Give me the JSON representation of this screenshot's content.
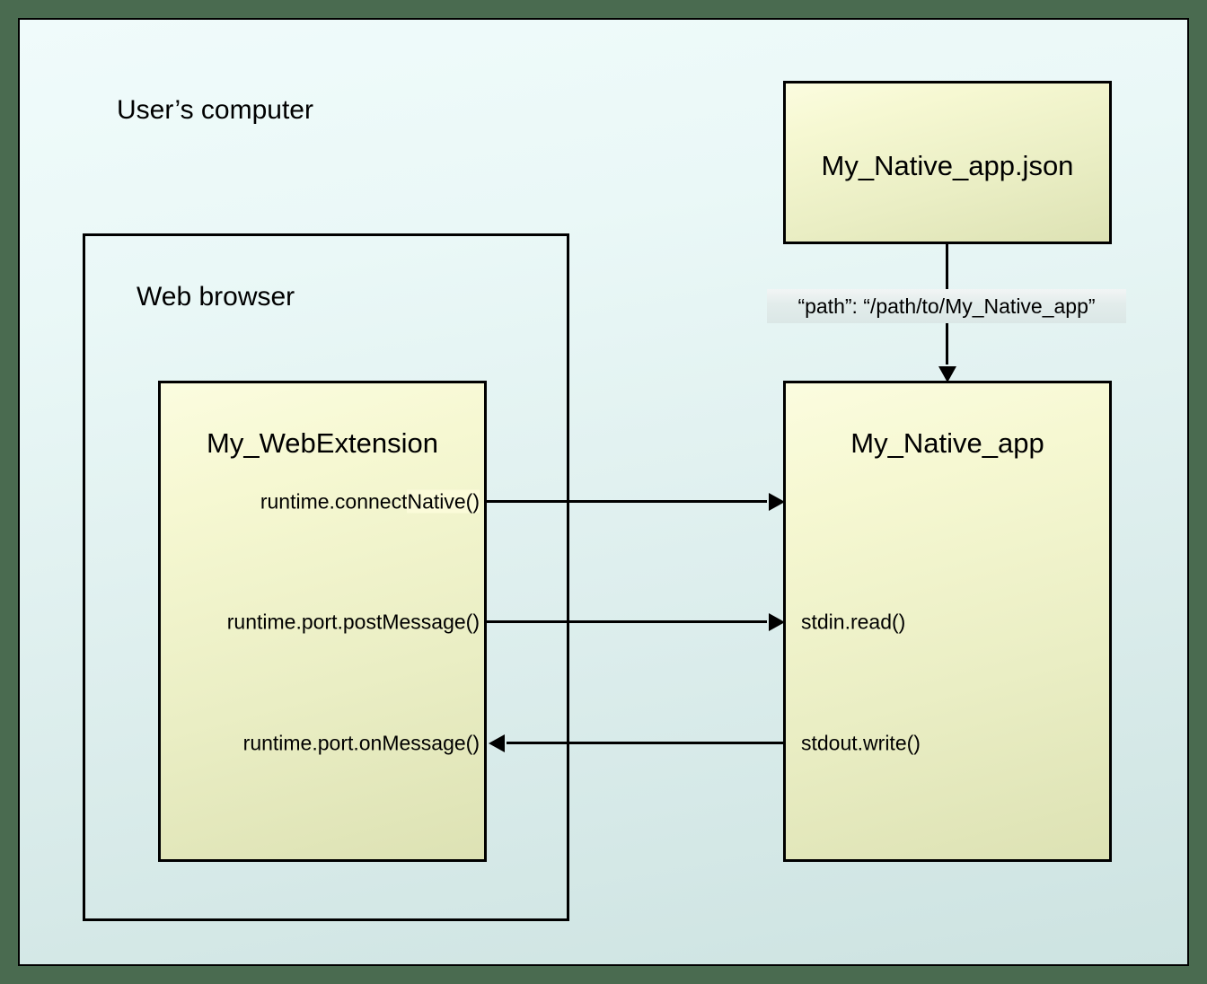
{
  "diagram": {
    "title_label": "User’s computer",
    "colors": {
      "outer_frame": "#4a6b50",
      "canvas_top": "#f0fbfb",
      "canvas_bottom": "#cde3e1",
      "entity_fill_top": "#fbfcdf",
      "entity_fill_bottom": "#dde2b4",
      "stroke": "#000000",
      "highlight": "#fbfbd9",
      "chip_fill": "#e2eceb"
    },
    "containers": [
      {
        "name": "users-computer",
        "label": "User’s computer"
      },
      {
        "name": "web-browser",
        "label": "Web browser"
      }
    ],
    "entities": [
      {
        "name": "my-native-app-json",
        "label": "My_Native_app.json"
      },
      {
        "name": "my-webextension",
        "label": "My_WebExtension"
      },
      {
        "name": "my-native-app",
        "label": "My_Native_app"
      }
    ],
    "path_annotation": "“path”: “/path/to/My_Native_app”",
    "extension_api_calls": [
      {
        "name": "connect-native",
        "prefix": "runtime.connect",
        "highlighted": "Native()"
      },
      {
        "name": "post-message",
        "text": "runtime.port.postMessage()"
      },
      {
        "name": "on-message",
        "text": "runtime.port.onMessage()"
      }
    ],
    "native_api_calls": [
      {
        "name": "stdin-read",
        "text": "stdin.read()"
      },
      {
        "name": "stdout-write",
        "text": "stdout.write()"
      }
    ],
    "flows": [
      {
        "name": "connect-native-flow",
        "direction": "right"
      },
      {
        "name": "post-message-flow",
        "direction": "right"
      },
      {
        "name": "on-message-flow",
        "direction": "left"
      },
      {
        "name": "json-to-native-flow",
        "direction": "down"
      }
    ]
  }
}
